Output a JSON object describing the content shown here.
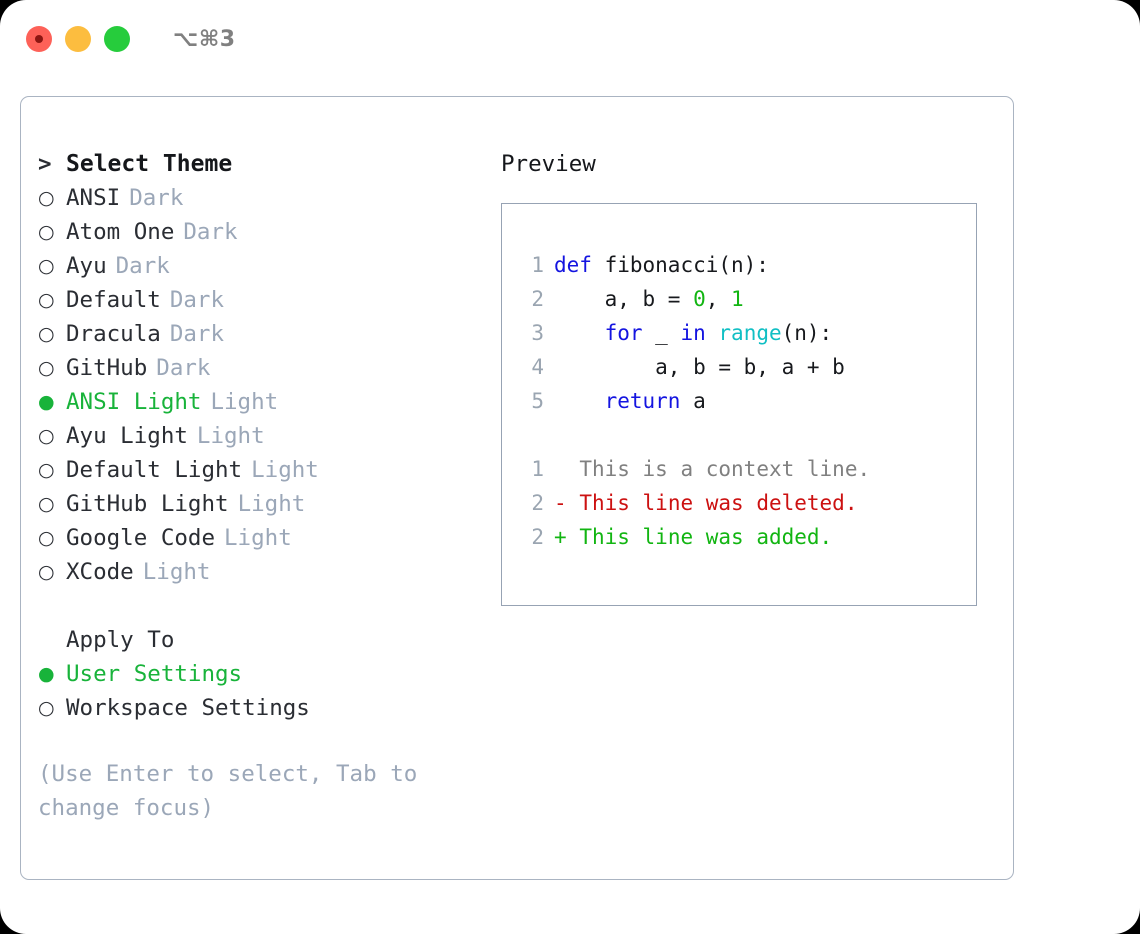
{
  "window": {
    "shortcut": "⌥⌘3",
    "traffic_lights": [
      {
        "name": "close",
        "color": "#fd6158"
      },
      {
        "name": "minimize",
        "color": "#fcbd3f"
      },
      {
        "name": "zoom",
        "color": "#26cc3c"
      }
    ]
  },
  "colors": {
    "accent_green": "#18b33a",
    "muted_tag": "#9ba7b8",
    "text": "#2a2d33",
    "panel_border": "#aab4c2",
    "keyword_blue": "#1414e0",
    "number_green": "#12b512",
    "function_cyan": "#10bfc4",
    "diff_delete_red": "#cc1111",
    "diff_add_green": "#12b512",
    "line_number_gray": "#9aa5b1"
  },
  "left_panel": {
    "header": {
      "marker": ">",
      "label": "Select Theme"
    },
    "themes": [
      {
        "marker": "○",
        "name": "ANSI",
        "tag": "Dark",
        "selected": false
      },
      {
        "marker": "○",
        "name": "Atom One",
        "tag": "Dark",
        "selected": false
      },
      {
        "marker": "○",
        "name": "Ayu",
        "tag": "Dark",
        "selected": false
      },
      {
        "marker": "○",
        "name": "Default",
        "tag": "Dark",
        "selected": false
      },
      {
        "marker": "○",
        "name": "Dracula",
        "tag": "Dark",
        "selected": false
      },
      {
        "marker": "○",
        "name": "GitHub",
        "tag": "Dark",
        "selected": false
      },
      {
        "marker": "●",
        "name": "ANSI Light",
        "tag": "Light",
        "selected": true
      },
      {
        "marker": "○",
        "name": "Ayu Light",
        "tag": "Light",
        "selected": false
      },
      {
        "marker": "○",
        "name": "Default Light",
        "tag": "Light",
        "selected": false
      },
      {
        "marker": "○",
        "name": "GitHub Light",
        "tag": "Light",
        "selected": false
      },
      {
        "marker": "○",
        "name": "Google Code",
        "tag": "Light",
        "selected": false
      },
      {
        "marker": "○",
        "name": "XCode",
        "tag": "Light",
        "selected": false
      }
    ],
    "apply_to": {
      "header": "Apply To",
      "options": [
        {
          "marker": "●",
          "label": "User Settings",
          "selected": true
        },
        {
          "marker": "○",
          "label": "Workspace Settings",
          "selected": false
        }
      ]
    },
    "hint": "(Use Enter to select, Tab to change focus)"
  },
  "right_panel": {
    "label": "Preview",
    "code": [
      {
        "line_number": "1",
        "tokens": [
          {
            "t": "def",
            "k": "kw"
          },
          {
            "t": " fibonacci(n):",
            "k": "plain"
          }
        ]
      },
      {
        "line_number": "2",
        "tokens": [
          {
            "t": "    a, b = ",
            "k": "plain"
          },
          {
            "t": "0",
            "k": "num"
          },
          {
            "t": ", ",
            "k": "plain"
          },
          {
            "t": "1",
            "k": "num"
          }
        ]
      },
      {
        "line_number": "3",
        "tokens": [
          {
            "t": "    ",
            "k": "plain"
          },
          {
            "t": "for",
            "k": "kw"
          },
          {
            "t": " _ ",
            "k": "plain"
          },
          {
            "t": "in",
            "k": "kw"
          },
          {
            "t": " ",
            "k": "plain"
          },
          {
            "t": "range",
            "k": "fn"
          },
          {
            "t": "(n):",
            "k": "plain"
          }
        ]
      },
      {
        "line_number": "4",
        "tokens": [
          {
            "t": "        a, b = b, a + b",
            "k": "plain"
          }
        ]
      },
      {
        "line_number": "5",
        "tokens": [
          {
            "t": "    ",
            "k": "plain"
          },
          {
            "t": "return",
            "k": "kw"
          },
          {
            "t": " a",
            "k": "plain"
          }
        ]
      }
    ],
    "diff": [
      {
        "line_number": "1",
        "sign": " ",
        "text": "This is a context line.",
        "kind": "ctx"
      },
      {
        "line_number": "2",
        "sign": "-",
        "text": "This line was deleted.",
        "kind": "del"
      },
      {
        "line_number": "2",
        "sign": "+",
        "text": "This line was added.",
        "kind": "add"
      }
    ]
  }
}
